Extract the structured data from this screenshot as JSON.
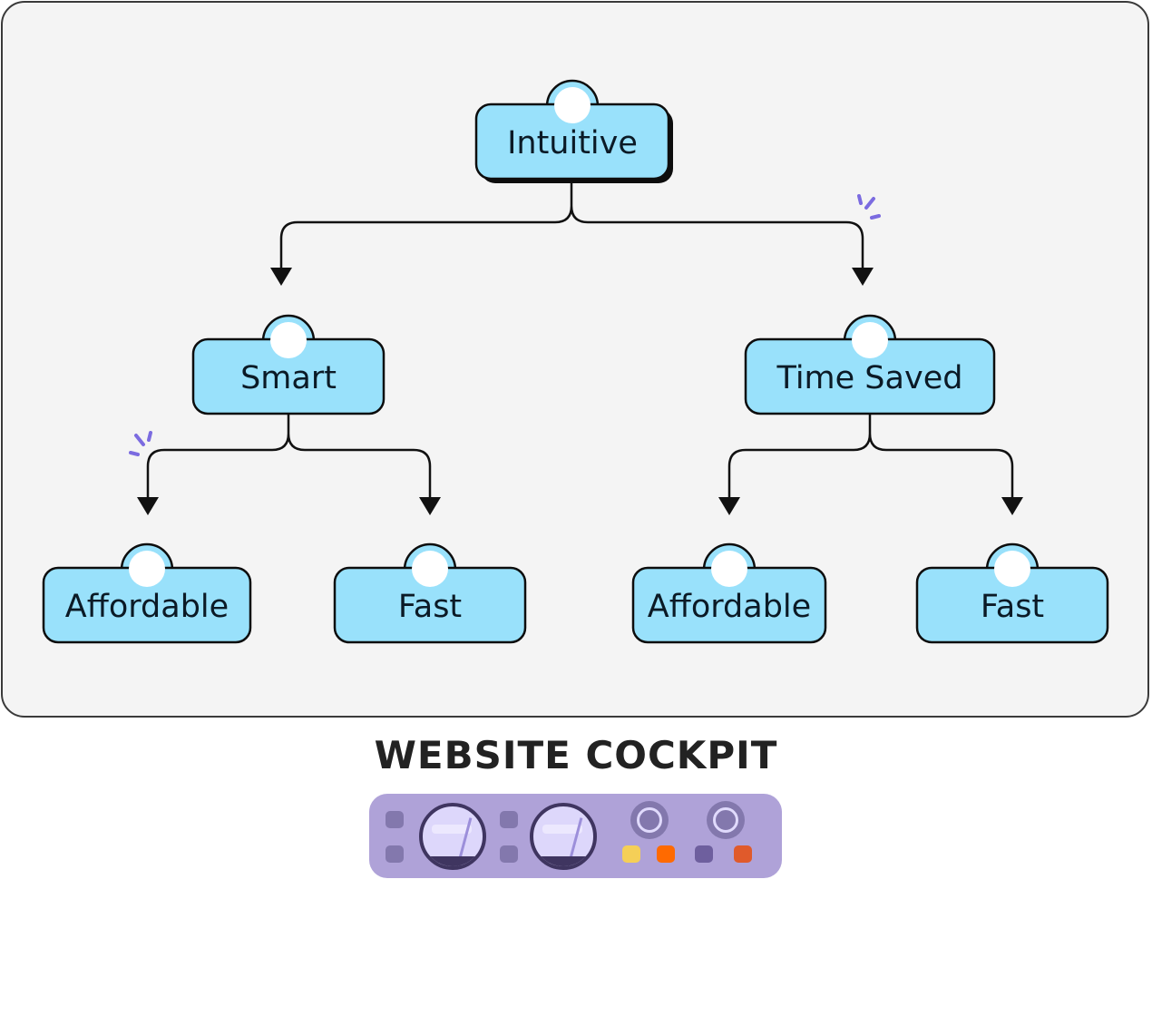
{
  "diagram": {
    "root": {
      "label": "Intuitive"
    },
    "level1": [
      {
        "label": "Smart",
        "children": [
          {
            "label": "Affordable"
          },
          {
            "label": "Fast"
          }
        ]
      },
      {
        "label": "Time Saved",
        "children": [
          {
            "label": "Affordable"
          },
          {
            "label": "Fast"
          }
        ]
      }
    ],
    "colors": {
      "node_fill": "#99e1fb",
      "node_stroke": "#0d0d0d",
      "bubble": "#ffffff",
      "accent_sparkle": "#7b6be0",
      "panel_bg": "#f4f4f4"
    }
  },
  "footer": {
    "title": "WEBSITE COCKPIT",
    "cockpit_colors": {
      "panel": "#afa2d8",
      "button": "#8378ad",
      "gauge_rim": "#3f3560",
      "gauge_face": "#ddd7fb",
      "yellow": "#f5cf57",
      "orange": "#ff6a00",
      "purple": "#6e5f9e",
      "red_orange": "#e05a2b"
    }
  }
}
